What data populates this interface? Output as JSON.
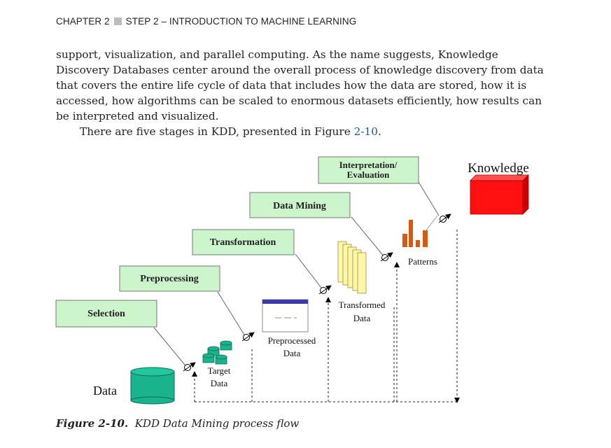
{
  "header": {
    "chapter": "CHAPTER 2",
    "title": "STEP 2 – INTRODUCTION TO MACHINE LEARNING"
  },
  "body": {
    "paragraph1": "support, visualization, and parallel computing. As the name suggests, Knowledge Discovery Databases center around the overall process of knowledge discovery from data that covers the entire life cycle of data that includes how the data are stored, how it is accessed, how algorithms can be scaled to enormous datasets efficiently, how results can be interpreted and visualized.",
    "paragraph2_prefix": "There are five stages in KDD, presented in Figure ",
    "paragraph2_ref": "2-10",
    "paragraph2_suffix": "."
  },
  "figure": {
    "stages": {
      "selection": "Selection",
      "preprocessing": "Preprocessing",
      "transformation": "Transformation",
      "data_mining": "Data Mining",
      "interpretation_line1": "Interpretation/",
      "interpretation_line2": "Evaluation"
    },
    "artifacts": {
      "data": "Data",
      "target_line1": "Target",
      "target_line2": "Data",
      "preprocessed_line1": "Preprocessed",
      "preprocessed_line2": "Data",
      "transformed_line1": "Transformed",
      "transformed_line2": "Data",
      "patterns": "Patterns",
      "knowledge": "Knowledge"
    },
    "colors": {
      "stage_box": "#ccf5cc",
      "database": "#19b38c",
      "files": "#fff6a8",
      "bars": "#d45a0f",
      "knowledge_cube": "#ff1010"
    }
  },
  "caption": {
    "label": "Figure 2-10.",
    "text": "KDD Data Mining process flow"
  }
}
